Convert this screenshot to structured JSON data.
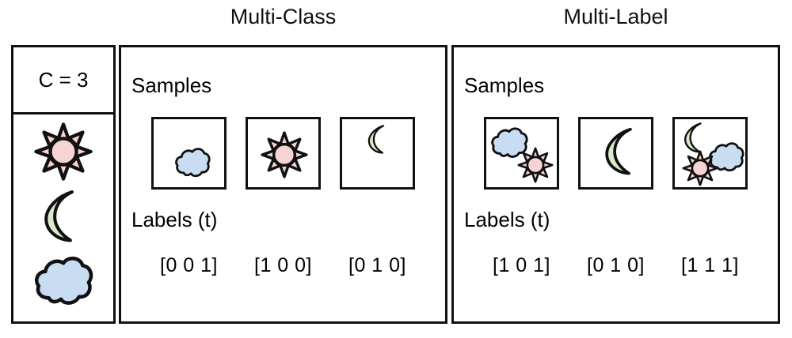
{
  "figure": {
    "panels": [
      {
        "key": "multiclass",
        "title": "Multi-Class"
      },
      {
        "key": "multilabel",
        "title": "Multi-Label"
      }
    ],
    "legend": {
      "header": "C = 3",
      "classes": [
        {
          "name": "sun",
          "icon": "sun-icon",
          "index": 0,
          "fill": "#f7d4d4"
        },
        {
          "name": "moon",
          "icon": "moon-icon",
          "index": 1,
          "fill": "#d9ebc8"
        },
        {
          "name": "cloud",
          "icon": "cloud-icon",
          "index": 2,
          "fill": "#c8dcf2"
        }
      ]
    },
    "section_labels": {
      "samples": "Samples",
      "labels": "Labels (t)"
    },
    "multiclass": {
      "title": "Multi-Class",
      "samples_label": "Samples",
      "labels_label": "Labels (t)",
      "samples": [
        {
          "icons": [
            "cloud"
          ],
          "label": "[0 0 1]"
        },
        {
          "icons": [
            "sun"
          ],
          "label": "[1 0 0]"
        },
        {
          "icons": [
            "moon"
          ],
          "label": "[0 1 0]"
        }
      ]
    },
    "multilabel": {
      "title": "Multi-Label",
      "samples_label": "Samples",
      "labels_label": "Labels (t)",
      "samples": [
        {
          "icons": [
            "cloud",
            "sun"
          ],
          "label": "[1 0 1]"
        },
        {
          "icons": [
            "moon"
          ],
          "label": "[0 1 0]"
        },
        {
          "icons": [
            "moon",
            "cloud",
            "sun"
          ],
          "label": "[1 1 1]"
        }
      ]
    },
    "colors": {
      "sun_fill": "#f7d4d4",
      "moon_fill": "#d9ebc8",
      "cloud_fill": "#c8dcf2",
      "stroke": "#111111",
      "background": "#ffffff"
    }
  }
}
